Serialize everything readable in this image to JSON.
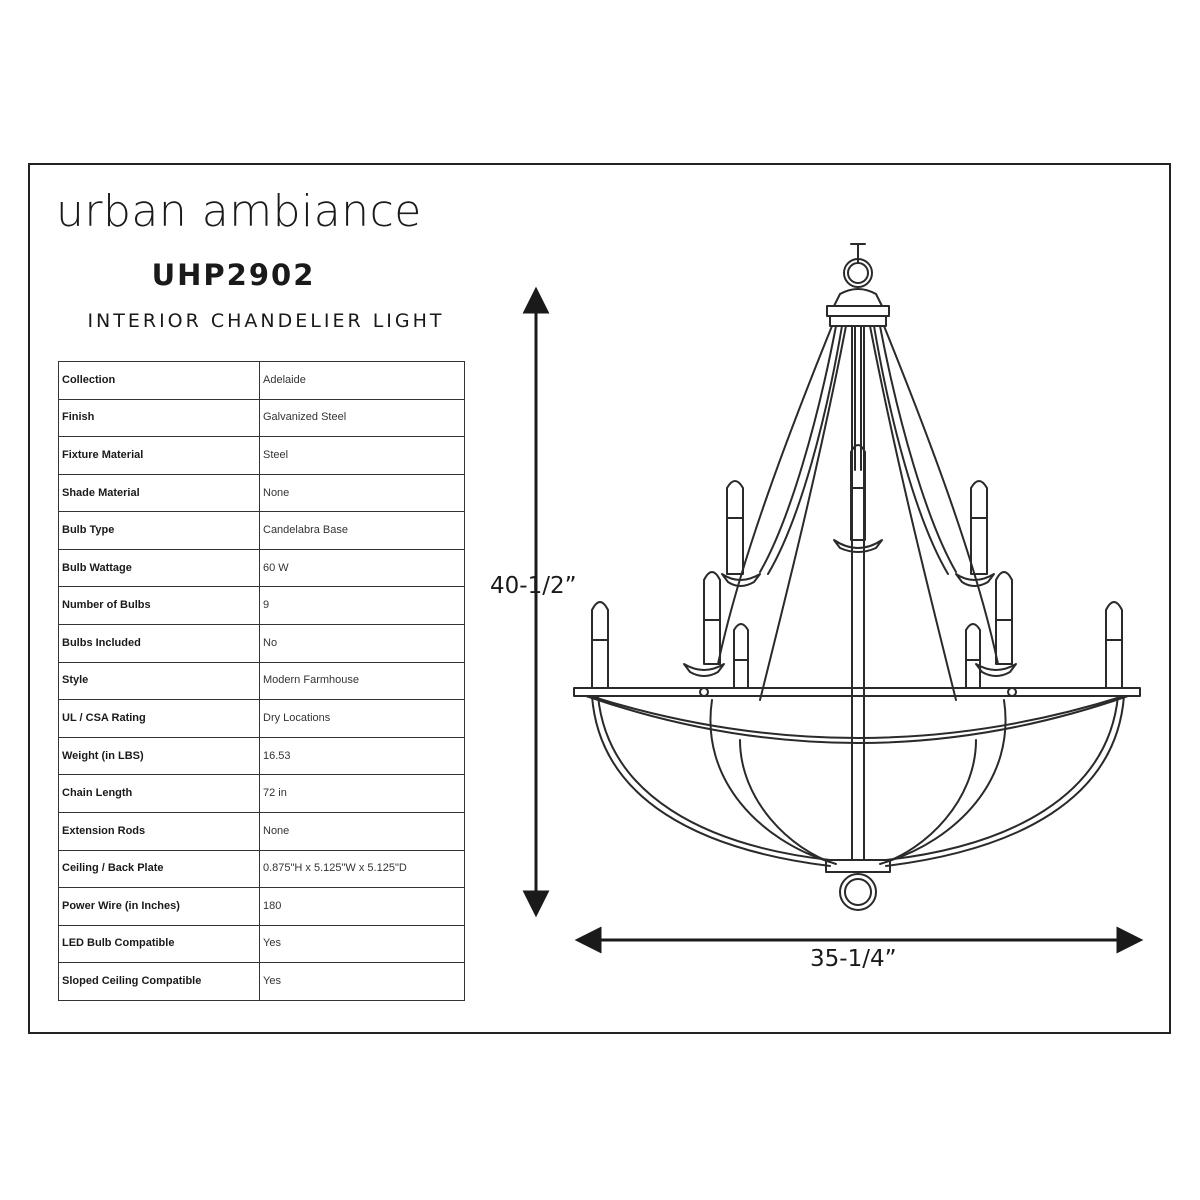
{
  "brand": "urban ambiance",
  "model": "UHP2902",
  "subtitle": "INTERIOR CHANDELIER LIGHT",
  "specs": [
    {
      "label": "Collection",
      "value": "Adelaide"
    },
    {
      "label": "Finish",
      "value": "Galvanized Steel"
    },
    {
      "label": "Fixture Material",
      "value": "Steel"
    },
    {
      "label": "Shade Material",
      "value": "None"
    },
    {
      "label": "Bulb Type",
      "value": "Candelabra Base"
    },
    {
      "label": "Bulb Wattage",
      "value": "60 W"
    },
    {
      "label": "Number of Bulbs",
      "value": "9"
    },
    {
      "label": "Bulbs Included",
      "value": "No"
    },
    {
      "label": "Style",
      "value": "Modern Farmhouse"
    },
    {
      "label": "UL / CSA Rating",
      "value": "Dry Locations"
    },
    {
      "label": "Weight (in LBS)",
      "value": "16.53"
    },
    {
      "label": "Chain Length",
      "value": "72 in"
    },
    {
      "label": "Extension Rods",
      "value": "None"
    },
    {
      "label": "Ceiling / Back Plate",
      "value": "0.875\"H x 5.125\"W x 5.125\"D"
    },
    {
      "label": "Power Wire (in Inches)",
      "value": "180"
    },
    {
      "label": "LED Bulb Compatible",
      "value": "Yes"
    },
    {
      "label": "Sloped Ceiling Compatible",
      "value": "Yes"
    }
  ],
  "dimensions": {
    "height": "40-1/2”",
    "width": "35-1/4”"
  }
}
